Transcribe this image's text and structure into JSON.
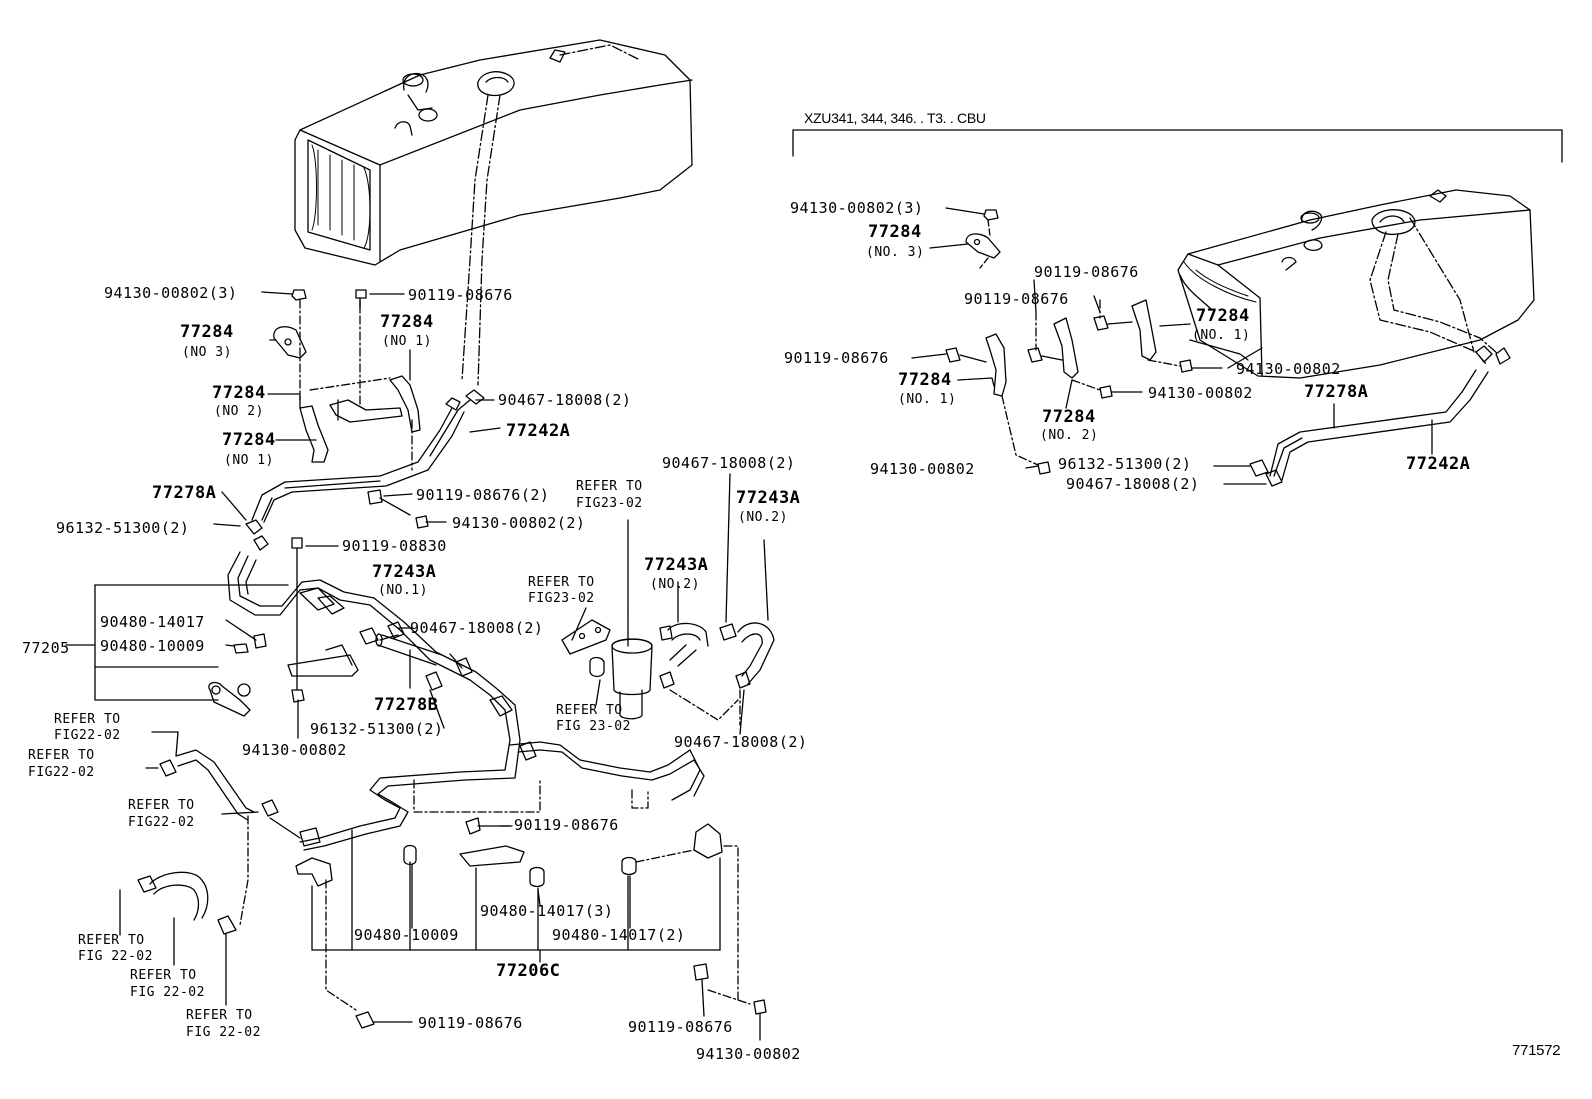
{
  "header": {
    "variant_note": "XZU341, 344, 346. . T3. . CBU"
  },
  "figure_id": "771572",
  "left": {
    "l_94130_00802_3": "94130-00802(3)",
    "l_90119_08676_a": "90119-08676",
    "l_77284_no3": "77284",
    "l_no3": "(NO 3)",
    "l_77284_no1_top": "77284",
    "l_no1_top": "(NO 1)",
    "l_77284_no2": "77284",
    "l_no2": "(NO 2)",
    "l_77284_no1_b": "77284",
    "l_no1_b": "(NO 1)",
    "l_90467_18008_2_a": "90467-18008(2)",
    "l_77242A": "77242A",
    "l_77278A": "77278A",
    "l_90119_08676_2": "90119-08676(2)",
    "l_94130_00802_2": "94130-00802(2)",
    "l_96132_51300_2_a": "96132-51300(2)",
    "l_90119_08830": "90119-08830",
    "l_refer_fig23_a1": "REFER TO",
    "l_refer_fig23_a2": "FIG23-02",
    "l_90467_18008_2_b": "90467-18008(2)",
    "l_77243A_no2_r": "77243A",
    "l_no2_r": "(NO.2)",
    "l_77243A_no1": "77243A",
    "l_no1_c": "(NO.1)",
    "l_refer_fig23_b1": "REFER TO",
    "l_refer_fig23_b2": "FIG23-02",
    "l_77243A_no2_m": "77243A",
    "l_no2_m": "(NO.2)",
    "l_90480_14017": "90480-14017",
    "l_77205": "77205",
    "l_90480_10009": "90480-10009",
    "l_90467_18008_2_c": "90467-18008(2)",
    "l_77278B": "77278B",
    "l_96132_51300_2_b": "96132-51300(2)",
    "l_94130_00802_b": "94130-00802",
    "l_refer_fig23_c1": "REFER TO",
    "l_refer_fig23_c2": "FIG 23-02",
    "l_90467_18008_2_d": "90467-18008(2)",
    "l_refer_fig22_a1": "REFER TO",
    "l_refer_fig22_a2": "FIG22-02",
    "l_refer_fig22_b1": "REFER TO",
    "l_refer_fig22_b2": "FIG22-02",
    "l_refer_fig22_c1": "REFER TO",
    "l_refer_fig22_c2": "FIG22-02",
    "l_90119_08676_b": "90119-08676",
    "l_90480_14017_3": "90480-14017(3)",
    "l_90480_10009_b": "90480-10009",
    "l_90480_14017_2": "90480-14017(2)",
    "l_77206C": "77206C",
    "l_refer_fig22_d1": "REFER TO",
    "l_refer_fig22_d2": "FIG 22-02",
    "l_refer_fig22_e1": "REFER TO",
    "l_refer_fig22_e2": "FIG 22-02",
    "l_refer_fig22_f1": "REFER TO",
    "l_refer_fig22_f2": "FIG 22-02",
    "l_90119_08676_c": "90119-08676",
    "l_90119_08676_d": "90119-08676",
    "l_94130_00802_c": "94130-00802"
  },
  "right": {
    "r_94130_00802_3": "94130-00802(3)",
    "r_77284_no3": "77284",
    "r_no3": "(NO. 3)",
    "r_90119_08676_a": "90119-08676",
    "r_90119_08676_b": "90119-08676",
    "r_90119_08676_c": "90119-08676",
    "r_77284_no1_a": "77284",
    "r_no1_a": "(NO. 1)",
    "r_77284_no1_b": "77284",
    "r_no1_b": "(NO. 1)",
    "r_94130_00802_a": "94130-00802",
    "r_94130_00802_b": "94130-00802",
    "r_77284_no2": "77284",
    "r_no2": "(NO. 2)",
    "r_77278A": "77278A",
    "r_94130_00802_c": "94130-00802",
    "r_96132_51300_2": "96132-51300(2)",
    "r_90467_18008_2": "90467-18008(2)",
    "r_77242A": "77242A"
  }
}
